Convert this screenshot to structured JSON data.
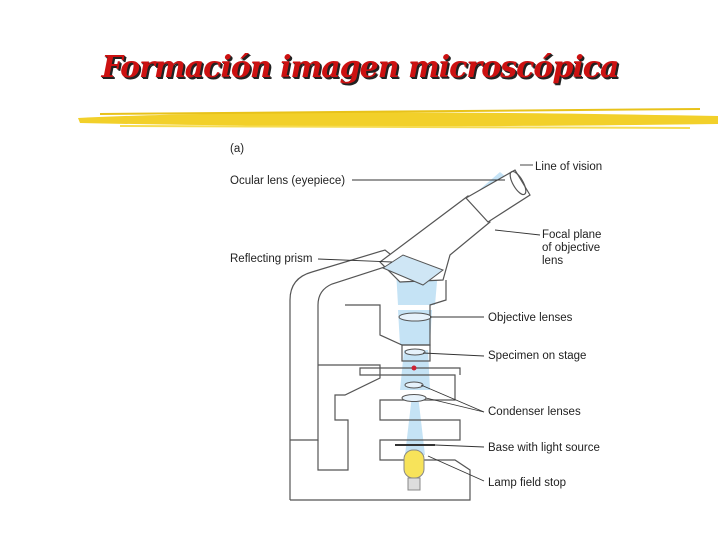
{
  "title": "Formación imagen microscópica",
  "colors": {
    "title": "#cc1111",
    "underline": "#f2d02a",
    "beam": "#bfe0f5",
    "lamp": "#f7e35a"
  },
  "diagram": {
    "panel_label": "(a)",
    "labels": {
      "line_of_vision": "Line of vision",
      "ocular_lens": "Ocular lens (eyepiece)",
      "focal_plane_1": "Focal plane",
      "focal_plane_2": "of objective",
      "focal_plane_3": "lens",
      "reflecting_prism": "Reflecting prism",
      "objective_lenses": "Objective lenses",
      "specimen": "Specimen on stage",
      "condenser": "Condenser lenses",
      "base": "Base with light source",
      "lamp_stop": "Lamp field stop"
    }
  }
}
